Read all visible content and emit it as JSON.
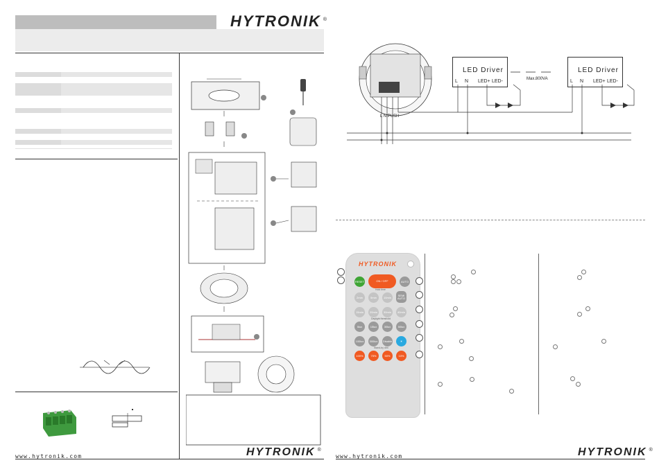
{
  "brand": "HYTRONIK",
  "website": "www.hytronik.com",
  "reg_mark": "®",
  "wiring": {
    "driver_label": "LED Driver",
    "terminal_l": "L",
    "terminal_n": "N",
    "terminal_led_plus": "LED+",
    "terminal_led_minus": "LED-",
    "max_load": "Max.800VA",
    "sensor_terminals": "L N PUSH"
  },
  "remote": {
    "brand": "HYTRONIK",
    "buttons": {
      "reset": "RESET",
      "on_off": "ON / OFF",
      "auto": "AUTO",
      "semi_auto": "SEMI AUTO",
      "hold_time_header": "Hold time",
      "hold_row1": [
        "2min",
        "5min",
        "10min"
      ],
      "hold_row2": [
        "15min",
        "20min",
        "30min",
        "40min"
      ],
      "daylight_header": "Daylight threshold",
      "daylight_row1": [
        "5lux",
        "15lux",
        "30lux",
        "50lux"
      ],
      "daylight_row2": [
        "100lux",
        "300lux",
        "Disable"
      ],
      "standby_header": "Stand-by dim",
      "dim_row": [
        "100%",
        "75%",
        "50%",
        "10%"
      ]
    }
  },
  "colors": {
    "accent": "#f05a22",
    "green": "#3fa535",
    "blue": "#29a9e0",
    "header_gray": "#bdbdbd"
  }
}
